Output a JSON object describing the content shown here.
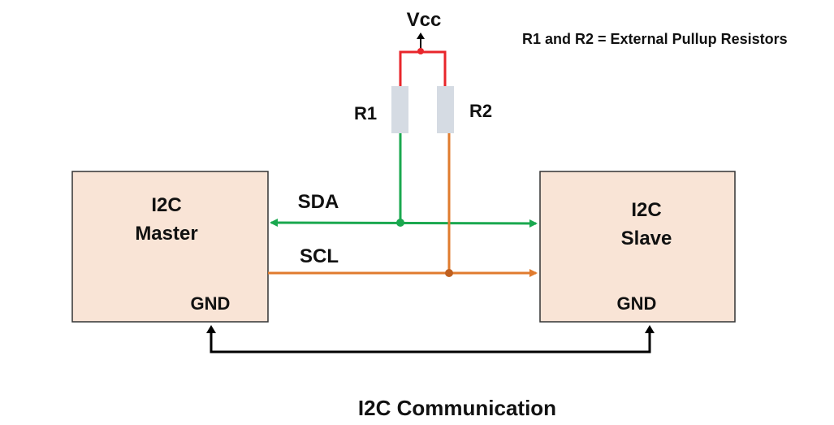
{
  "vcc_label": "Vcc",
  "note": "R1 and R2 = External Pullup Resistors",
  "resistors": [
    {
      "label": "R1"
    },
    {
      "label": "R2"
    }
  ],
  "master": {
    "line1": "I2C",
    "line2": "Master",
    "gnd": "GND"
  },
  "slave": {
    "line1": "I2C",
    "line2": "Slave",
    "gnd": "GND"
  },
  "sda_label": "SDA",
  "scl_label": "SCL",
  "caption": "I2C Communication",
  "colors": {
    "vcc_wire": "#e8262b",
    "sda_wire": "#1aa84f",
    "scl_wire": "#e07b2e",
    "box_fill": "#f9e4d6",
    "resistor_fill": "#d5dbe3",
    "gnd_wire": "#000000"
  }
}
